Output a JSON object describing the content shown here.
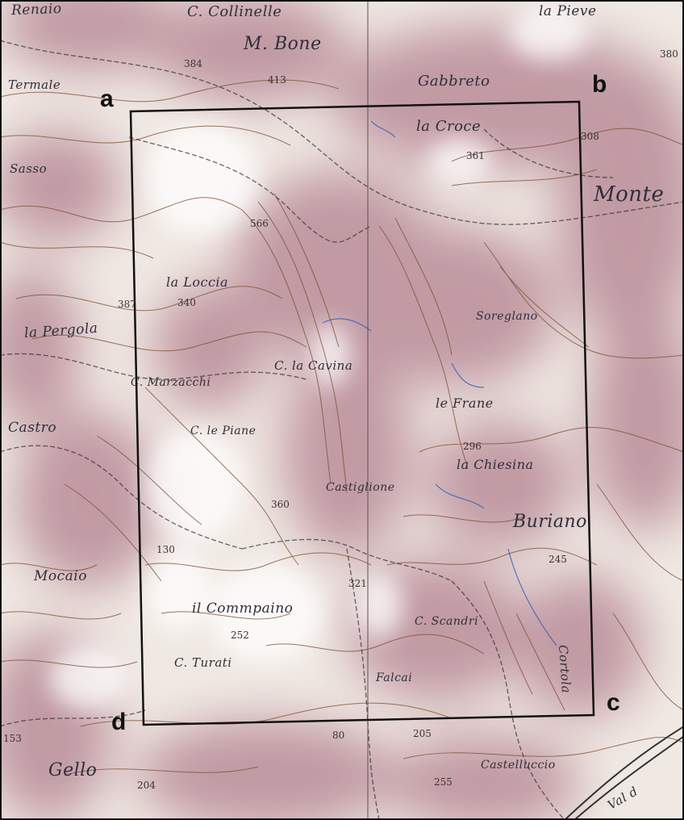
{
  "map": {
    "corner_labels": {
      "a": "a",
      "b": "b",
      "c": "c",
      "d": "d"
    },
    "place_names": [
      "Renaio",
      "C. Collinelle",
      "M. Bone",
      "la Pieve",
      "Termale",
      "Gabbreto",
      "la Croce",
      "Sasso",
      "Monte",
      "la Loccia",
      "la Pergola",
      "C. la Cavina",
      "Soreglano",
      "C. Marzacchi",
      "Castro",
      "C. le Piane",
      "le Frane",
      "la Chiesina",
      "Castiglione",
      "Buriano",
      "Mocaio",
      "il Commpaino",
      "C. Scandri",
      "C. Turati",
      "Falcai",
      "Cortola",
      "Gello",
      "Castelluccio",
      "Val d"
    ],
    "elevations": [
      "384",
      "413",
      "380",
      "308",
      "361",
      "566",
      "387",
      "340",
      "296",
      "360",
      "130",
      "321",
      "245",
      "252",
      "205",
      "204",
      "255",
      "80",
      "153"
    ]
  }
}
